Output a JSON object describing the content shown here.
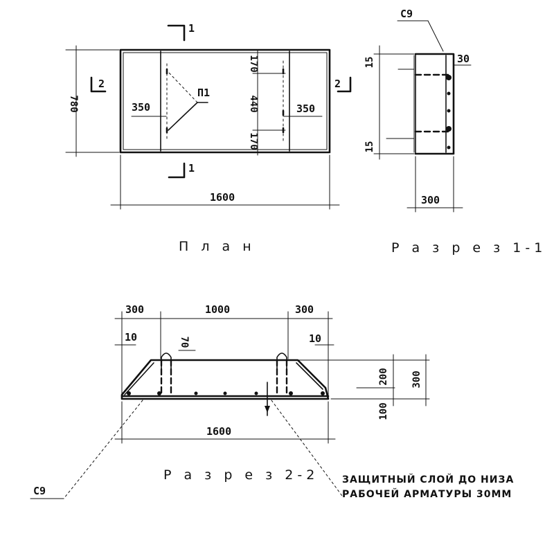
{
  "views": {
    "plan": {
      "title": "П л а н",
      "dims": {
        "height": "780",
        "left_zone": "350",
        "right_zone": "350",
        "length": "1600",
        "top_gap": "170",
        "middle": "440",
        "bottom_gap": "170"
      },
      "labels": {
        "loop_mark": "П1",
        "section_top": "1",
        "section_bottom": "1",
        "section_left": "2",
        "section_right": "2"
      }
    },
    "section_1_1": {
      "title": "Р а з р е з 1-1",
      "dims": {
        "top_offset": "15",
        "bottom_offset": "15",
        "cover": "30",
        "width": "300"
      },
      "labels": {
        "mark": "С9"
      }
    },
    "section_2_2": {
      "title": "Р а з р е з 2-2",
      "dims": {
        "left": "300",
        "middle": "1000",
        "right": "300",
        "left_small": "10",
        "right_small": "10",
        "loop_height": "70",
        "inner_height": "200",
        "total_height": "300",
        "base_height": "100",
        "length": "1600"
      },
      "labels": {
        "mark": "С9"
      },
      "note_line1": "ЗАЩИТНЫЙ СЛОЙ ДО НИЗА",
      "note_line2": "РАБОЧЕЙ АРМАТУРЫ 30ММ"
    }
  }
}
